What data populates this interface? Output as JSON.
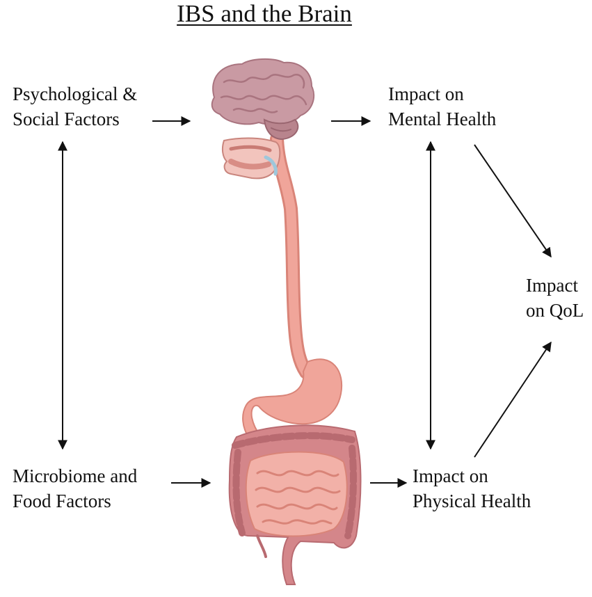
{
  "title": "IBS and the Brain",
  "nodes": {
    "psychological_social": {
      "line1": "Psychological &",
      "line2": "Social Factors"
    },
    "mental_health": {
      "line1": "Impact on",
      "line2": "Mental Health"
    },
    "qol": {
      "line1": "Impact",
      "line2": "on QoL"
    },
    "microbiome_food": {
      "line1": "Microbiome and",
      "line2": "Food Factors"
    },
    "physical_health": {
      "line1": "Impact on",
      "line2": "Physical Health"
    }
  },
  "illustration": {
    "icon": "digestive-system-illustration",
    "colors": {
      "brain": "#c99aa3",
      "brain_dark": "#a9747f",
      "tract": "#f0a59a",
      "tract_dark": "#d98478",
      "colon": "#d4868a",
      "colon_dark": "#b86a70"
    }
  },
  "arrows": [
    {
      "from": "psychological_social",
      "to": "brain"
    },
    {
      "from": "brain",
      "to": "mental_health"
    },
    {
      "from": "psychological_social",
      "to": "microbiome_food",
      "bidirectional": true
    },
    {
      "from": "mental_health",
      "to": "physical_health",
      "bidirectional": true
    },
    {
      "from": "mental_health",
      "to": "qol"
    },
    {
      "from": "physical_health",
      "to": "qol"
    },
    {
      "from": "microbiome_food",
      "to": "gut"
    },
    {
      "from": "gut",
      "to": "physical_health"
    }
  ]
}
